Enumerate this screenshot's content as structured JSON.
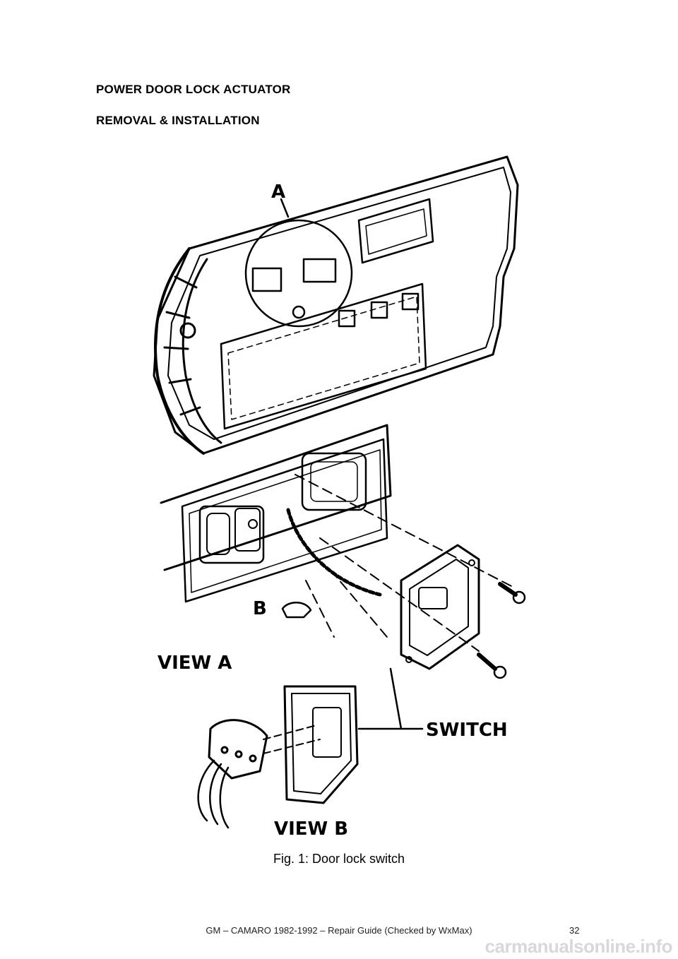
{
  "section": {
    "title": "POWER DOOR LOCK ACTUATOR",
    "subtitle": "REMOVAL & INSTALLATION"
  },
  "figure": {
    "labels": {
      "view_a_callout": "A",
      "view_b_callout": "B",
      "view_a": "VIEW A",
      "view_b": "VIEW B",
      "switch": "SWITCH"
    },
    "caption": "Fig. 1: Door lock switch"
  },
  "footer": {
    "text": "GM – CAMARO 1982-1992 – Repair Guide (Checked by WxMax)",
    "page_number": "32"
  },
  "watermark": "carmanualsonline.info"
}
